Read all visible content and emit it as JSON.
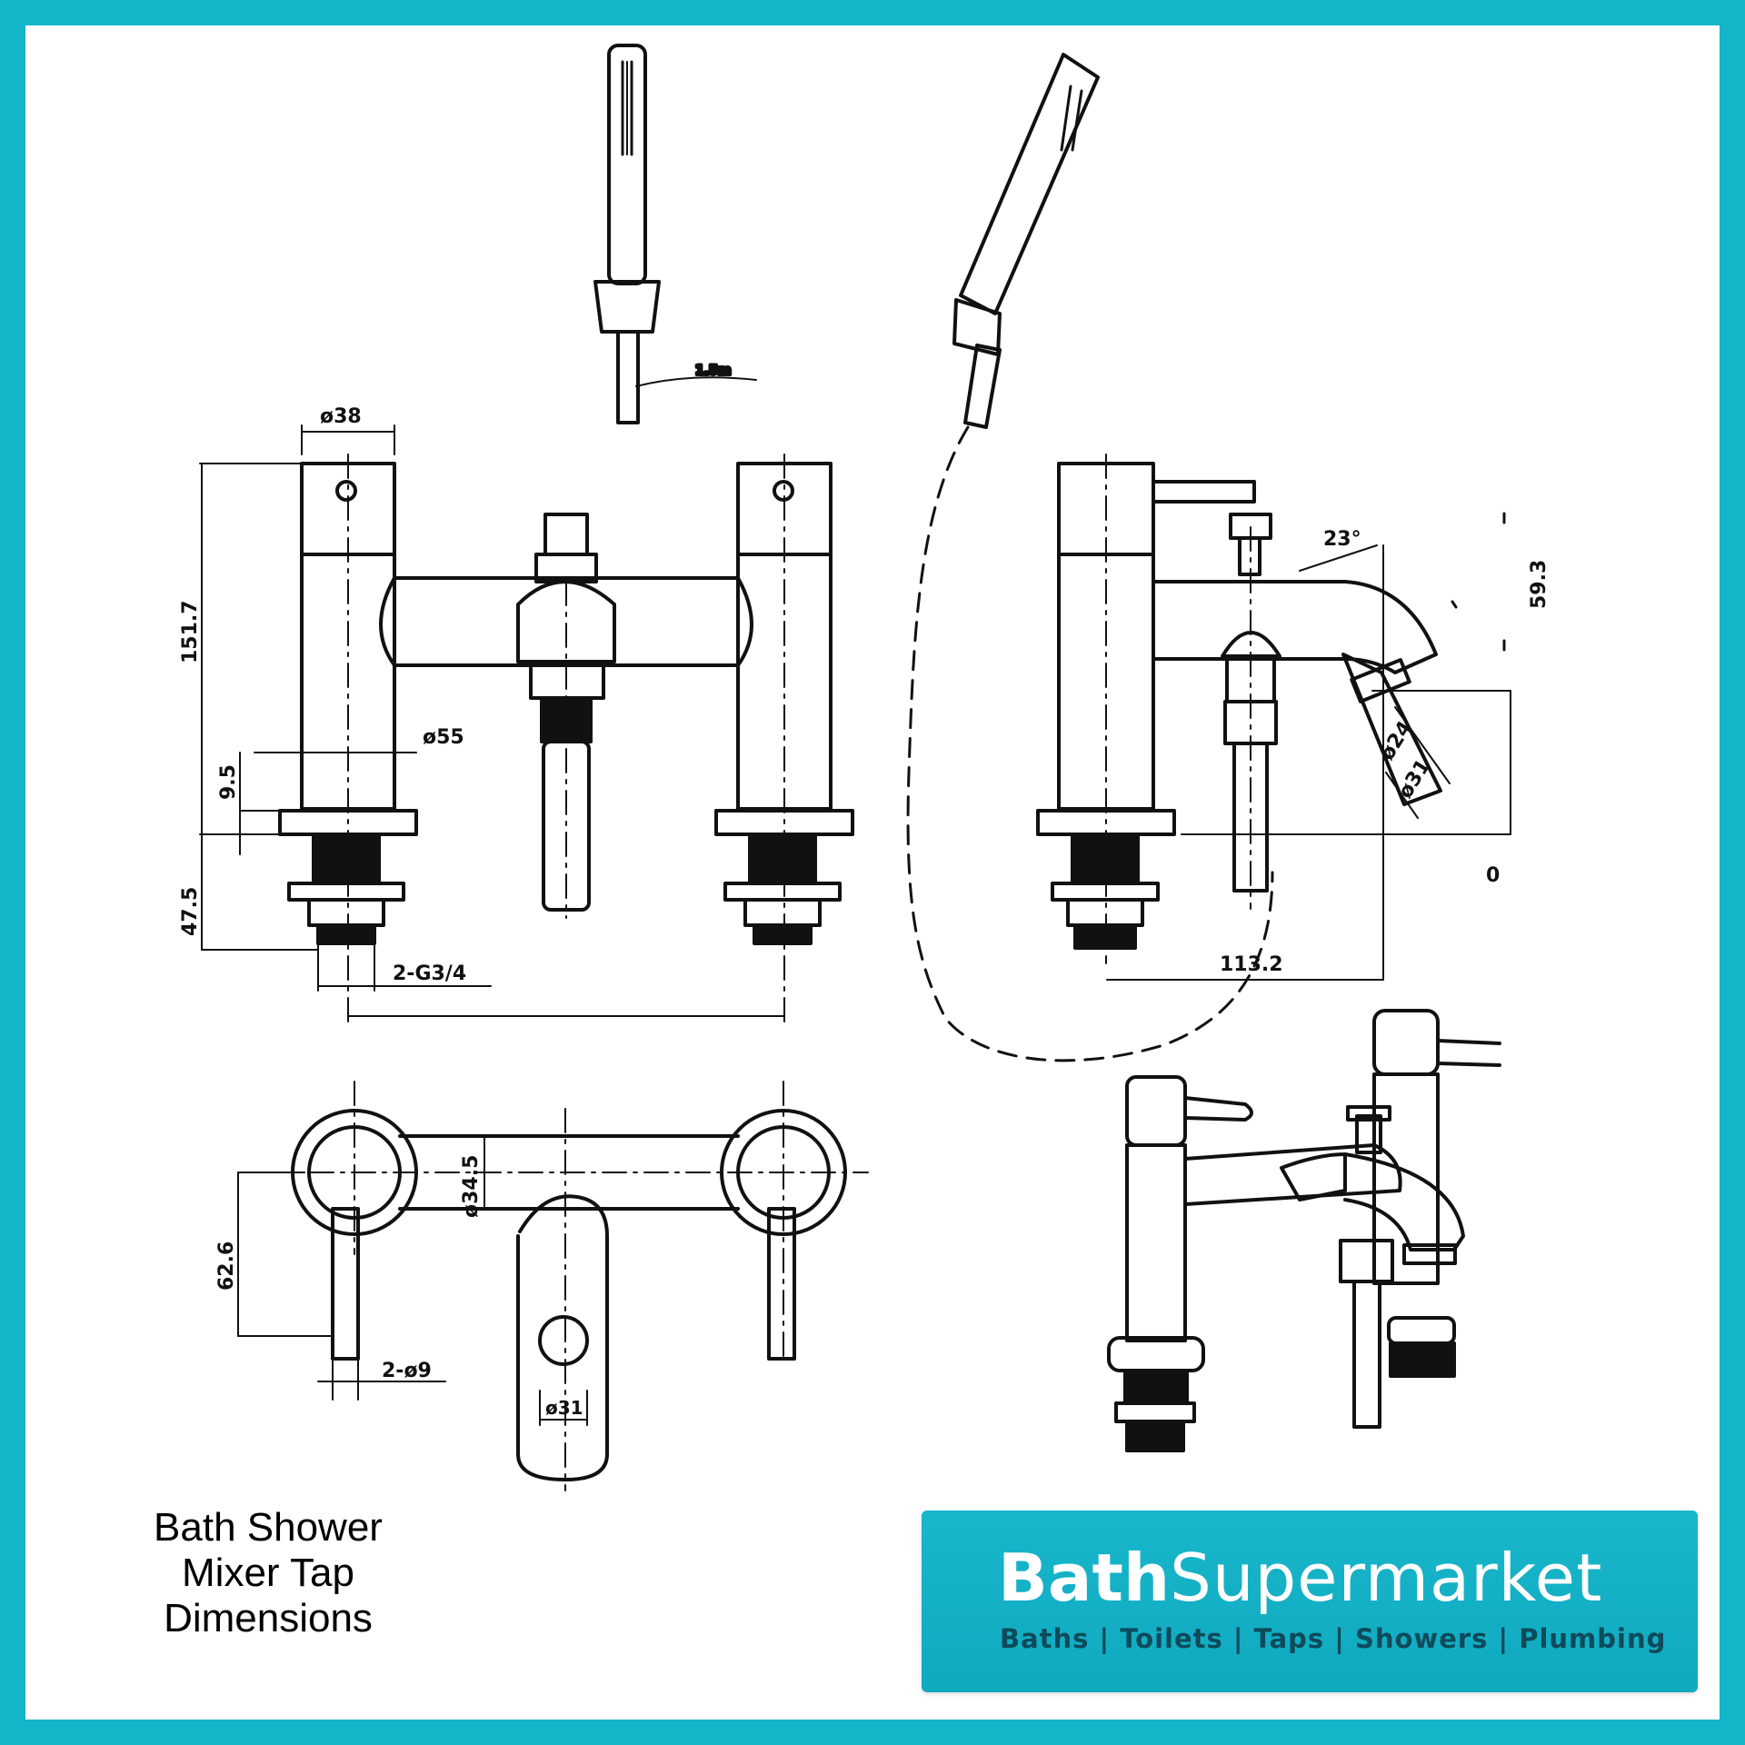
{
  "caption": {
    "line1": "Bath Shower",
    "line2": "Mixer Tap",
    "line3": "Dimensions"
  },
  "brand": {
    "name_bold": "Bath",
    "name_light": "Supermarket",
    "tagline": "Baths | Toilets | Taps | Showers | Plumbing",
    "color_bg": "#13b5c9",
    "color_text": "#ffffff",
    "color_tagline": "#0d4a5a"
  },
  "dimensions": {
    "hose_length": "1.5m",
    "handle_diameter": "ø38",
    "overall_height": "151.7",
    "base_diameter": "ø55",
    "base_height": "9.5",
    "thread_length": "47.5",
    "connections": "2-G3/4",
    "spout_angle": "23°",
    "spout_height": "59.3",
    "spout_inner": "ø24",
    "spout_outer": "ø31",
    "spout_reach": "113.2",
    "zero_mark": "0",
    "body_width": "ø34.5",
    "handle_offset": "62.6",
    "lever_diameter": "2-ø9",
    "diverter_diameter": "ø31"
  }
}
